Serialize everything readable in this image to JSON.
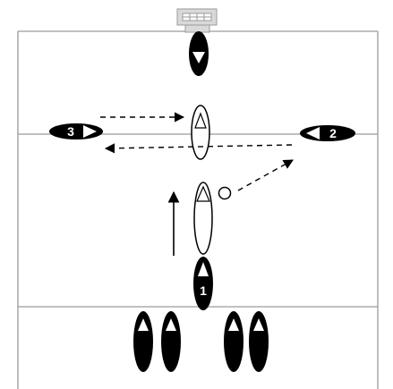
{
  "diagram": {
    "colors": {
      "line": "#9a9a9a",
      "player_fill": "#000000",
      "player_outline": "#000000",
      "ghost_fill": "#ffffff",
      "text_on_dark": "#ffffff",
      "goal_fill": "#d9d9d9",
      "goal_stroke": "#9a9a9a"
    },
    "player_labels": {
      "p1": "1",
      "p2": "2",
      "p3": "3"
    },
    "moves": [
      {
        "from": "p3",
        "to": "ghost-top",
        "style": "dashed"
      },
      {
        "from": "p2",
        "to": "p3",
        "style": "dashed"
      },
      {
        "from": "ghost-bottom",
        "to": "p2",
        "style": "dashed"
      },
      {
        "from": "p1",
        "to": "ghost-bottom",
        "style": "solid"
      }
    ]
  }
}
